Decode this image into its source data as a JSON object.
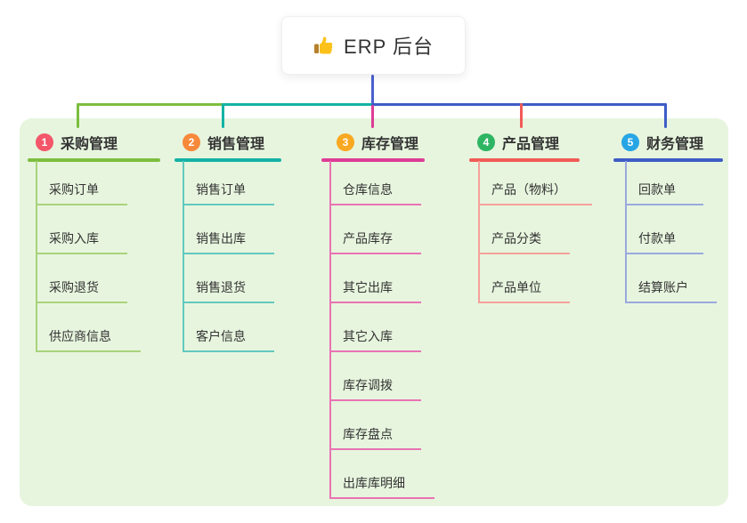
{
  "root": {
    "title": "ERP 后台",
    "icon": "thumbs-up-icon"
  },
  "branches": [
    {
      "badge": "1",
      "title": "采购管理",
      "line_color": "#7CBE3F",
      "sub_line_color": "#A9D37B",
      "badge_color": "#F4566A",
      "children": [
        "采购订单",
        "采购入库",
        "采购退货",
        "供应商信息"
      ]
    },
    {
      "badge": "2",
      "title": "销售管理",
      "line_color": "#14B2A5",
      "sub_line_color": "#63C9BE",
      "badge_color": "#F7893B",
      "children": [
        "销售订单",
        "销售出库",
        "销售退货",
        "客户信息"
      ]
    },
    {
      "badge": "3",
      "title": "库存管理",
      "line_color": "#DE3C96",
      "sub_line_color": "#E973B3",
      "badge_color": "#F9A821",
      "children": [
        "仓库信息",
        "产品库存",
        "其它出库",
        "其它入库",
        "库存调拨",
        "库存盘点",
        "出库库明细"
      ]
    },
    {
      "badge": "4",
      "title": "产品管理",
      "line_color": "#F15B57",
      "sub_line_color": "#F5A09A",
      "badge_color": "#2EB564",
      "children": [
        "产品（物料）",
        "产品分类",
        "产品单位"
      ]
    },
    {
      "badge": "5",
      "title": "财务管理",
      "line_color": "#3E5DC6",
      "sub_line_color": "#9AA9DE",
      "badge_color": "#27A5E5",
      "children": [
        "回款单",
        "付款单",
        "结算账户"
      ]
    }
  ],
  "canvas": {
    "background": "#FFFFFF",
    "panel_background": "#E7F5DE",
    "root_connector_color": "#4A61CE",
    "text_color": "#333333"
  }
}
